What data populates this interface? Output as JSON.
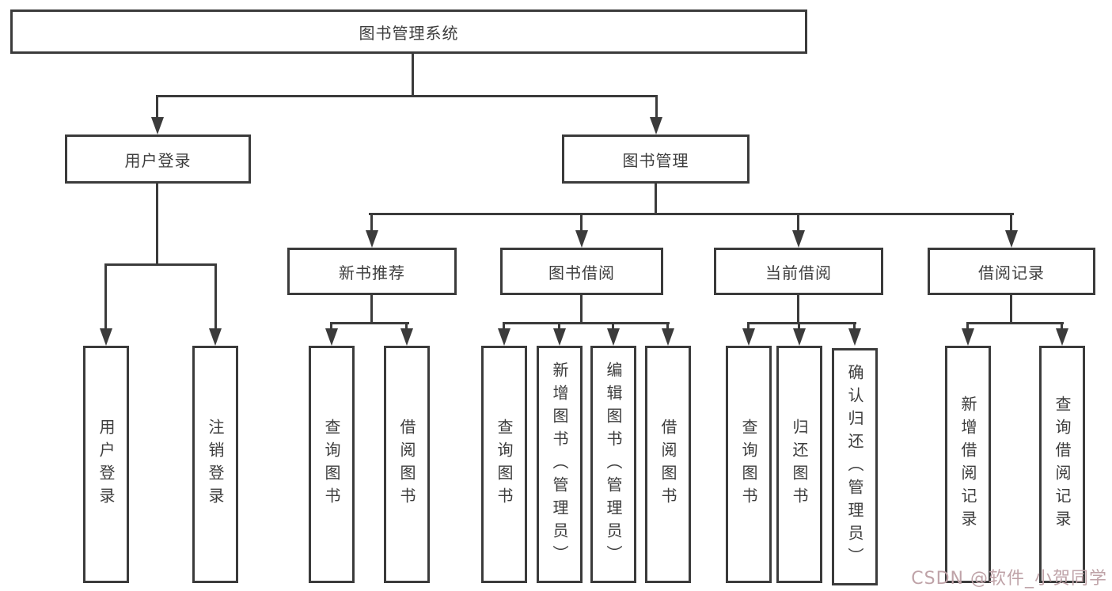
{
  "colors": {
    "line": "#3b3b3b",
    "box_border": "#3b3b3b",
    "text": "#3d3d3d",
    "watermark": "#bfa3a8",
    "background": "#ffffff"
  },
  "watermark": "CSDN @软件_小贺同学",
  "nodes": {
    "root": "图书管理系统",
    "user_login": "用户登录",
    "book_mgmt": "图书管理",
    "new_rec": "新书推荐",
    "book_borrow": "图书借阅",
    "current_borrow": "当前借阅",
    "borrow_records": "借阅记录",
    "leaf_user_login": "用户登录",
    "leaf_logout": "注销登录",
    "rec_query": "查询图书",
    "rec_borrow": "借阅图书",
    "bb_query": "查询图书",
    "bb_add": "新增图书（管理员）",
    "bb_edit": "编辑图书（管理员）",
    "bb_borrow": "借阅图书",
    "cb_query": "查询图书",
    "cb_return": "归还图书",
    "cb_confirm": "确认归还（管理员）",
    "br_add": "新增借阅记录",
    "br_query": "查询借阅记录"
  }
}
